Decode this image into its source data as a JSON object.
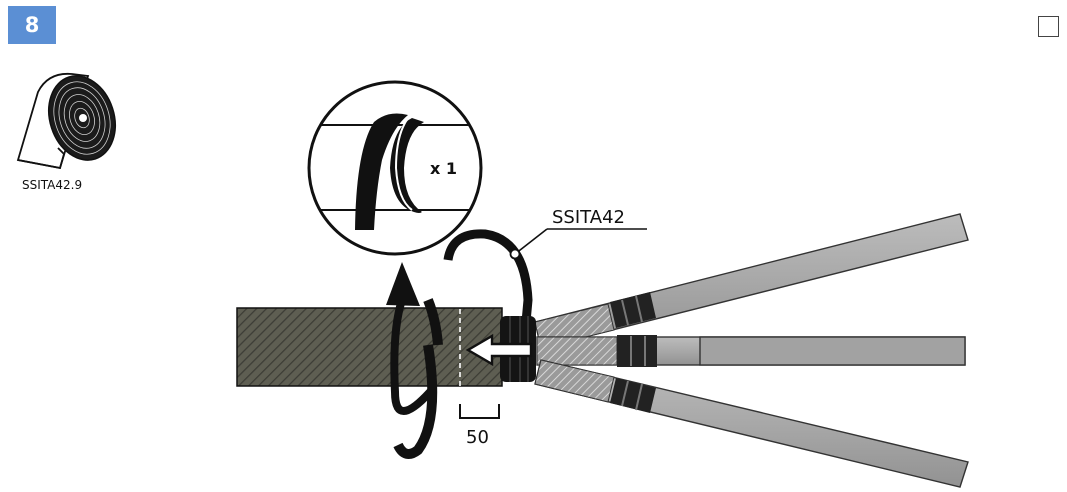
{
  "step": {
    "number": "8"
  },
  "checkbox": {
    "checked": false
  },
  "tape_roll": {
    "label": "SSITA42.9"
  },
  "callout": {
    "product": "SSITA42"
  },
  "detail": {
    "count": "x 1"
  },
  "dimension": {
    "value": "50"
  },
  "colors": {
    "badge": "#5b8fd4",
    "cable_dark": "#5e5e52",
    "cable_hatch": "#3d3d36",
    "core_gray": "#a7a7a7",
    "tape_black": "#111111"
  }
}
